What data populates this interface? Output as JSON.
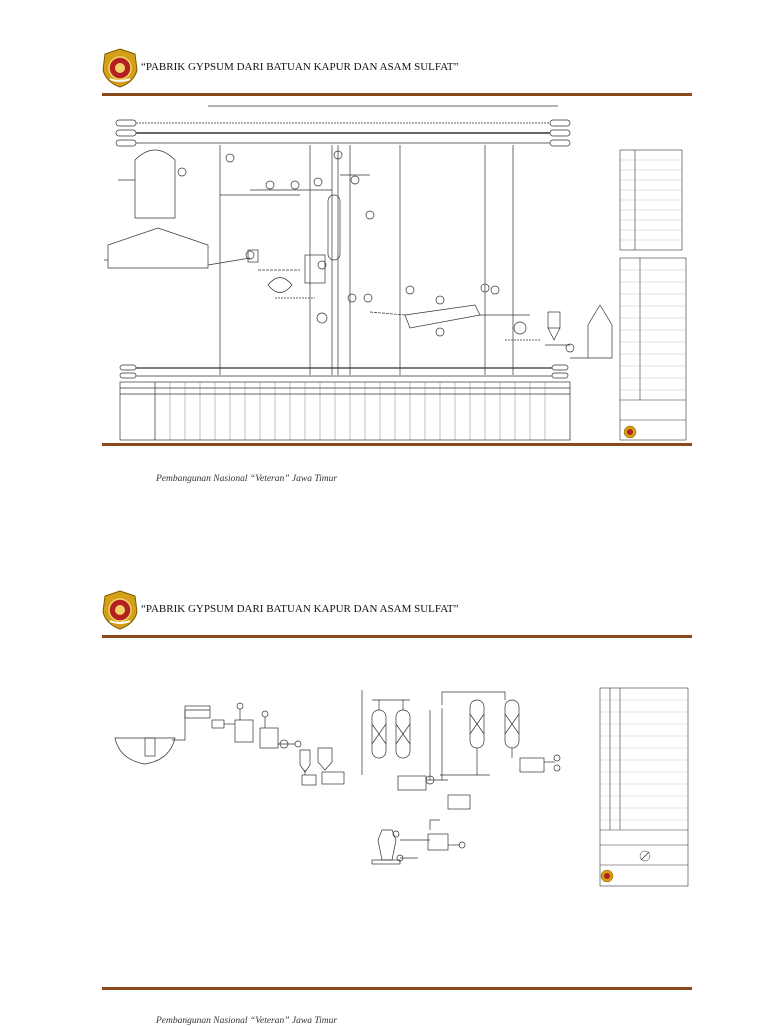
{
  "pages": [
    {
      "header": {
        "title": "“PABRIK GYPSUM DARI BATUAN KAPUR DAN ASAM SULFAT”"
      },
      "footer": {
        "text": "Pembangunan Nasional “Veteran” Jawa Timur"
      }
    },
    {
      "header": {
        "title": "“PABRIK GYPSUM DARI BATUAN KAPUR DAN ASAM SULFAT”"
      },
      "footer": {
        "text": "Pembangunan Nasional “Veteran” Jawa Timur"
      }
    }
  ],
  "colors": {
    "rule": "#8b4a1e",
    "logo_outer": "#d4a017",
    "logo_inner": "#b32020",
    "line": "#333333"
  },
  "icons": [
    "university-seal-logo"
  ]
}
